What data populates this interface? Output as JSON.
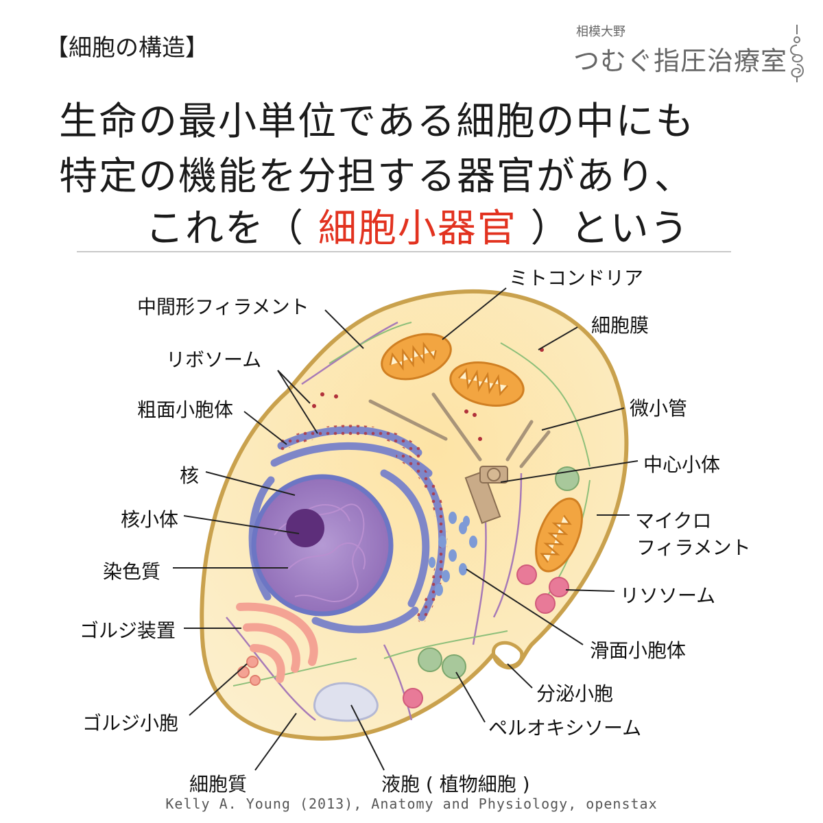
{
  "header": {
    "section_tag": "【細胞の構造】",
    "line1": "生命の最小単位である細胞の中にも",
    "line2": "特定の機能を分担する器官があり、",
    "line3_prefix": "これを（",
    "line3_answer": "細胞小器官",
    "line3_suffix": "）という"
  },
  "brand": {
    "sub": "相模大野",
    "name": "つむぐ指圧治療室"
  },
  "labels": {
    "intermediate_filament": "中間形フィラメント",
    "ribosome": "リボソーム",
    "rough_er": "粗面小胞体",
    "nucleus": "核",
    "nucleolus": "核小体",
    "chromatin": "染色質",
    "golgi": "ゴルジ装置",
    "golgi_vesicle": "ゴルジ小胞",
    "cytoplasm": "細胞質",
    "vacuole": "液胞 ( 植物細胞 )",
    "mitochondria": "ミトコンドリア",
    "membrane": "細胞膜",
    "microtubule": "微小管",
    "centriole": "中心小体",
    "microfilament_1": "マイクロ",
    "microfilament_2": "フィラメント",
    "lysosome": "リソソーム",
    "smooth_er": "滑面小胞体",
    "secretory_vesicle": "分泌小胞",
    "peroxisome": "ペルオキシソーム"
  },
  "citation": "Kelly A. Young (2013), Anatomy and Physiology, openstax",
  "colors": {
    "accent": "#e2321f",
    "cell_fill": "#fbe7b4",
    "membrane": "#c9a14d",
    "nucleus": "#8e6bb5",
    "er": "#7e86c8",
    "mitochondria": "#f2a541",
    "golgi": "#f4a394",
    "lysosome": "#e87a98",
    "peroxisome": "#8fb583",
    "vacuole": "#dfe1ee"
  }
}
